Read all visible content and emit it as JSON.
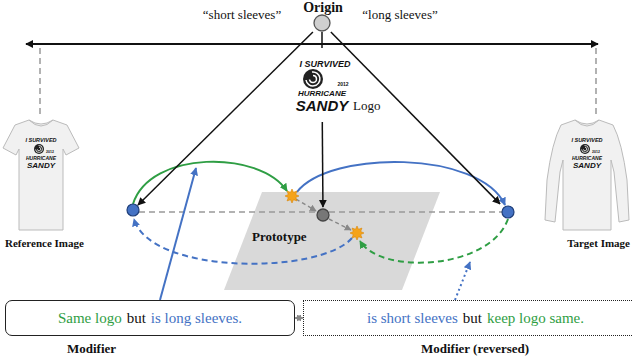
{
  "diagram": {
    "nodes": [
      {
        "text": [
          "Origin"
        ]
      },
      {
        "text": [
          "Logo"
        ]
      },
      {
        "text": [
          "Prototype"
        ]
      },
      {
        "text": [
          "Reference Image"
        ]
      },
      {
        "text": [
          "Target Image"
        ]
      },
      {
        "text": [
          "Same logo",
          "but",
          "is long sleeves.",
          "Modifier"
        ]
      },
      {
        "text": [
          "is short sleeves",
          "but",
          "keep logo same.",
          "Modifier (reversed)"
        ]
      }
    ],
    "edges": [
      {
        "from": 0,
        "to": 3,
        "arrow": "to"
      },
      {
        "from": 0,
        "to": 1,
        "arrow": "none"
      },
      {
        "from": 1,
        "to": 2,
        "arrow": "to"
      },
      {
        "from": 0,
        "to": 4,
        "arrow": "to"
      },
      {
        "from": 5,
        "to": 6,
        "arrow": "both"
      }
    ],
    "labels": [
      "“short sleeves”",
      "“long sleeves”",
      "I SURVIVED",
      "2012",
      "HURRICANE",
      "SANDY",
      "I SURVIVED",
      "2012",
      "HURRICANE",
      "SANDY",
      "I SURVIVED",
      "2012",
      "HURRICANE",
      "SANDY"
    ]
  }
}
